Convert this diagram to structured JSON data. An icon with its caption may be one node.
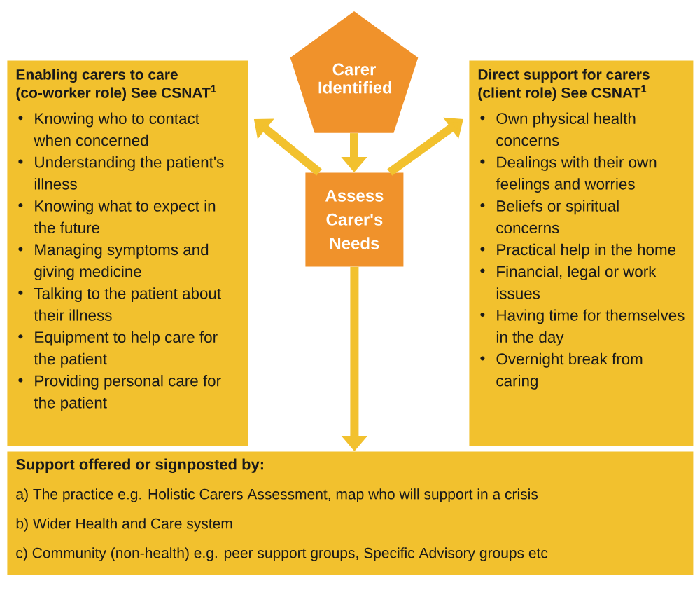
{
  "diagram": {
    "nodes": [
      {
        "text": [
          "Carer Identified"
        ]
      },
      {
        "text": [
          "Assess Carer's Needs"
        ]
      },
      {
        "text": [
          "Enabling carers to care (co-worker role) See CSNAT$^{1}$",
          "Knowing who to contact when concerned",
          "Understanding the patient's illness",
          "Knowing what to expect in the future",
          "Managing symptoms and giving medicine",
          "Talking to the patient about their illness",
          "Equipment to help care for the patient",
          "Providing personal care for the patient"
        ]
      },
      {
        "text": [
          "Direct support for carers (client role) See CSNAT$^{1}$",
          "Own physical health concerns",
          "Dealings with their own feelings and worries",
          "Beliefs or spiritual concerns",
          "Practical help in the home",
          "Financial, legal or work issues",
          "Having time for themselves in the day",
          "Overnight break from caring"
        ]
      },
      {
        "text": [
          "Support offered or signposted by:",
          "a) The practice e.g. Holistic Carers Assessment, map who will support in a crisis",
          "b) Wider Health and Care system",
          "c) Community (non-health) e.g. peer support groups, Specific Advisory groups etc"
        ]
      }
    ],
    "edges": [
      {
        "from": 0,
        "to": 1,
        "arrow": "to"
      },
      {
        "from": 1,
        "to": 2,
        "arrow": "to"
      },
      {
        "from": 1,
        "to": 3,
        "arrow": "to"
      },
      {
        "from": 1,
        "to": 4,
        "arrow": "to"
      }
    ]
  }
}
